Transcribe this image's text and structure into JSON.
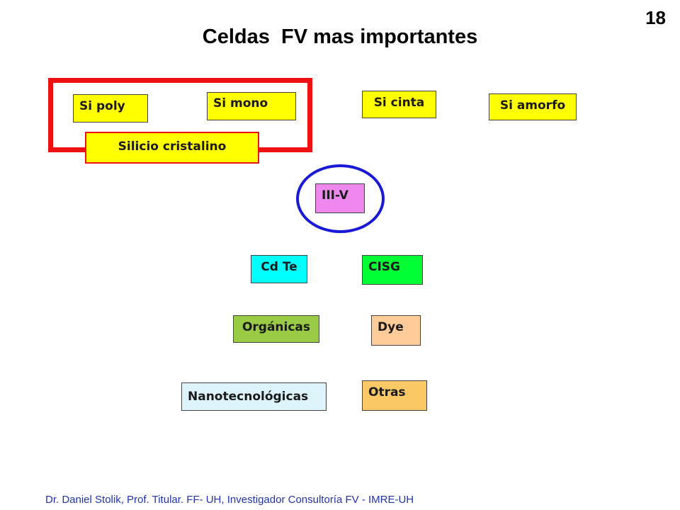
{
  "slide_number": "18",
  "title": "Celdas  FV mas importantes",
  "boxes": {
    "si_poly": "Si poly",
    "si_mono": "Si mono",
    "si_cinta": "Si cinta",
    "si_amorfo": "Si amorfo",
    "silicio_cristalino": "Silicio cristalino",
    "iii_v": "III-V",
    "cd_te": "Cd Te",
    "cisg": "CISG",
    "organicas": "Orgánicas",
    "dye": "Dye",
    "nanotecnologicas": "Nanotecnológicas",
    "otras": "Otras"
  },
  "colors": {
    "yellow": "#ffff00",
    "violet": "#ee88ee",
    "cyan": "#00ffff",
    "green": "#00ff33",
    "olive_green": "#99cc44",
    "peach": "#ffcc99",
    "light_blue": "#ddf4fb",
    "orange": "#fac864",
    "red_frame": "#ee1111",
    "blue_circle": "#1a1ad6"
  },
  "footer": "Dr. Daniel Stolik, Prof. Titular. FF- UH, Investigador Consultoría FV - IMRE-UH"
}
